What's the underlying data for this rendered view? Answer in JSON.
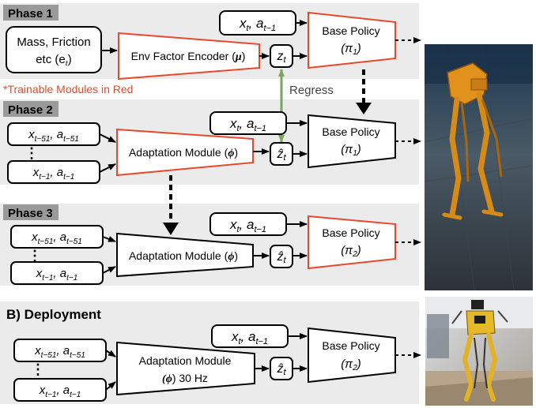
{
  "phases": {
    "phase1": "Phase 1",
    "phase2": "Phase 2",
    "phase3": "Phase 3",
    "deployment": "B) Deployment"
  },
  "note": "*Trainable Modules in Red",
  "regress_label": "Regress",
  "colors": {
    "trainable": "#e8492d",
    "frozen": "#000000",
    "panel_bg": "#ebebeb",
    "phase_label_bg": "#9a9a9a",
    "regress_arrow": "#78a65a"
  },
  "phase1": {
    "env_factors": {
      "line1": "Mass, Friction",
      "line2": "etc  (e",
      "sub": "t",
      "close": ")"
    },
    "encoder": {
      "label": "Env Factor Encoder (",
      "sym": "μ",
      "close": ")"
    },
    "latent": {
      "sym": "z",
      "sub": "t"
    },
    "obs": {
      "x": "x",
      "x_sub": "t",
      "sep": ", ",
      "a": "a",
      "a_sub": "t−1"
    },
    "policy": {
      "label": "Base Policy",
      "sym": "(π",
      "sub": "1",
      "close": ")"
    }
  },
  "phase2": {
    "history_top": {
      "x": "x",
      "x_sub": "t−51",
      "sep": ", ",
      "a": "a",
      "a_sub": "t−51"
    },
    "history_bottom": {
      "x": "x",
      "x_sub": "t−1",
      "sep": ", ",
      "a": "a",
      "a_sub": "t−1"
    },
    "adaptation": {
      "label": "Adaptation Module (",
      "sym": "ϕ",
      "close": ")"
    },
    "latent": {
      "sym": "ẑ",
      "sub": "t"
    },
    "obs": {
      "x": "x",
      "x_sub": "t",
      "sep": ", ",
      "a": "a",
      "a_sub": "t−1"
    },
    "policy": {
      "label": "Base Policy",
      "sym": "(π",
      "sub": "1",
      "close": ")"
    }
  },
  "phase3": {
    "history_top": {
      "x": "x",
      "x_sub": "t−51",
      "sep": ", ",
      "a": "a",
      "a_sub": "t−51"
    },
    "history_bottom": {
      "x": "x",
      "x_sub": "t−1",
      "sep": ", ",
      "a": "a",
      "a_sub": "t−1"
    },
    "adaptation": {
      "label": "Adaptation Module (",
      "sym": "ϕ",
      "close": ")"
    },
    "latent": {
      "sym": "ẑ",
      "sub": "t"
    },
    "obs": {
      "x": "x",
      "x_sub": "t",
      "sep": ", ",
      "a": "a",
      "a_sub": "t−1"
    },
    "policy": {
      "label": "Base Policy",
      "sym": "(π",
      "sub": "2",
      "close": ")"
    }
  },
  "deployment": {
    "history_top": {
      "x": "x",
      "x_sub": "t−51",
      "sep": ", ",
      "a": "a",
      "a_sub": "t−51"
    },
    "history_bottom": {
      "x": "x",
      "x_sub": "t−1",
      "sep": ", ",
      "a": "a",
      "a_sub": "t−1"
    },
    "adaptation": {
      "line1": "Adaptation Module",
      "sym": "(ϕ",
      "line2": ") 30 Hz"
    },
    "latent": {
      "sym": "ẑ",
      "sub": "t"
    },
    "obs": {
      "x": "x",
      "x_sub": "t",
      "sep": ", ",
      "a": "a",
      "a_sub": "t−1"
    },
    "policy": {
      "label": "Base Policy",
      "sym": "(π",
      "sub": "2",
      "close": ")"
    }
  },
  "ellipsis": "⋮",
  "images": {
    "simulation": "simulated-bipedal-robot",
    "real": "real-bipedal-robot"
  }
}
